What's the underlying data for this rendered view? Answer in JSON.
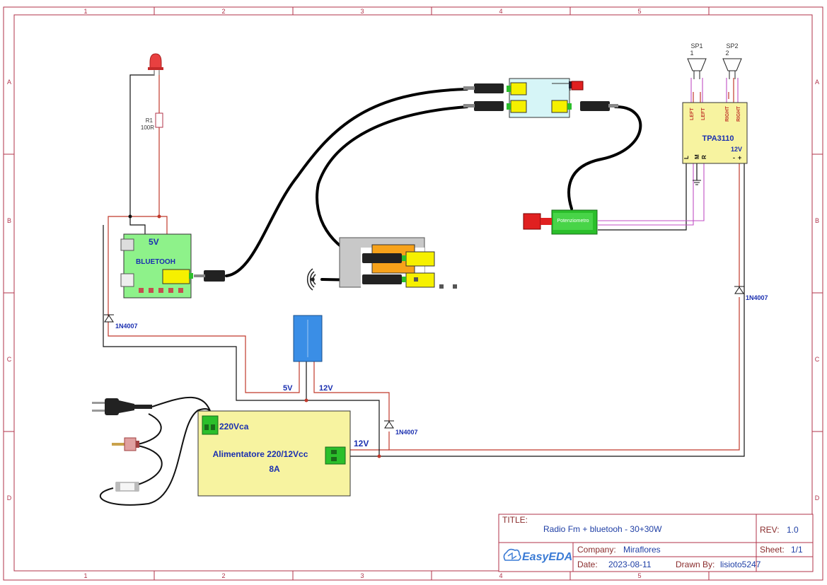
{
  "frame": {
    "columns": [
      "1",
      "2",
      "3",
      "4",
      "5"
    ],
    "rows": [
      "A",
      "B",
      "C",
      "D"
    ]
  },
  "title_block": {
    "title_caption": "TITLE:",
    "title_value": "Radio Fm + bluetooh - 30+30W",
    "rev_caption": "REV:",
    "rev_value": "1.0",
    "company_caption": "Company:",
    "company_value": "Miraflores",
    "sheet_caption": "Sheet:",
    "sheet_value": "1/1",
    "date_caption": "Date:",
    "date_value": "2023-08-11",
    "drawn_caption": "Drawn By:",
    "drawn_value": "lisioto5247",
    "logo_text": "EasyEDA"
  },
  "labels": {
    "r1_ref": "R1",
    "r1_value": "100R",
    "bt_5v": "5V",
    "bt_name": "BLUETOOH",
    "diode_left": "1N4007",
    "diode_mid": "1N4007",
    "diode_right": "1N4007",
    "sp1_ref": "SP1",
    "sp1_pin": "1",
    "sp2_ref": "SP2",
    "sp2_pin": "2",
    "amp_name": "TPA3110",
    "amp_12v": "12V",
    "amp_pin_left1": "LEFT",
    "amp_pin_left2": "LEFT",
    "amp_pin_right1": "RIGHT",
    "amp_pin_right2": "RIGHT",
    "amp_pin_l": "L",
    "amp_pin_m": "M",
    "amp_pin_r": "R",
    "amp_pin_minus": "-",
    "amp_pin_plus": "+",
    "pot_name": "Potenziometro",
    "converter_5v": "5V",
    "converter_12v": "12V",
    "psu_220": "220Vca",
    "psu_name": "Alimentatore 220/12Vcc",
    "psu_amp": "8A",
    "psu_12v": "12V"
  },
  "colors": {
    "frame": "#b0334a",
    "wire_red": "#c0392b",
    "wire_black": "#111111",
    "wire_pink": "#c04ec4",
    "label_blue": "#1a2fb0",
    "bt_board": "#8ef28a",
    "psu_board": "#f7f3a0",
    "converter": "#3a8ee6",
    "switch_board": "#d6f5f7",
    "connector_yellow": "#f6f000",
    "terminal_green": "#2bbf2b"
  }
}
